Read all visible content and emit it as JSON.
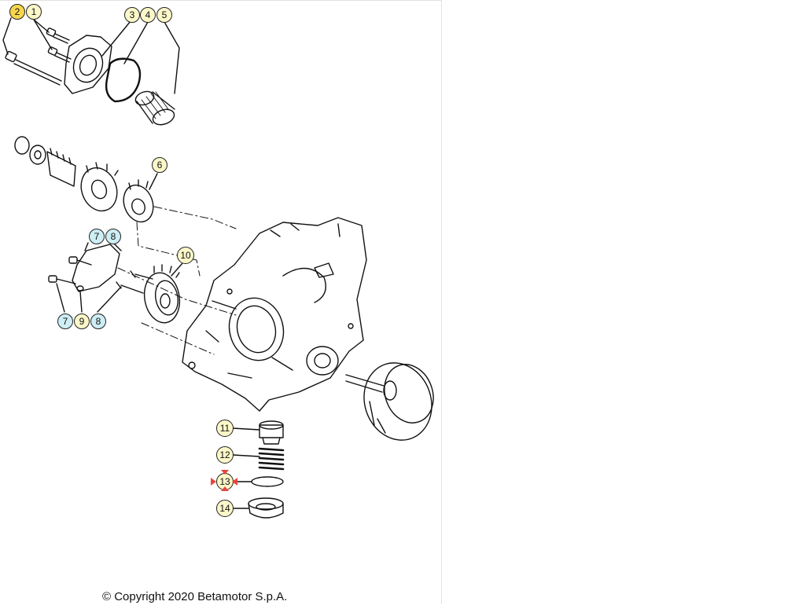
{
  "diagram": {
    "copyright": "© Copyright 2020 Betamotor S.p.A.",
    "callouts": [
      {
        "id": "c2",
        "label": "2",
        "style": "selected"
      },
      {
        "id": "c1",
        "label": "1",
        "style": "yellow"
      },
      {
        "id": "c3",
        "label": "3",
        "style": "yellow"
      },
      {
        "id": "c4",
        "label": "4",
        "style": "yellow"
      },
      {
        "id": "c5",
        "label": "5",
        "style": "yellow"
      },
      {
        "id": "c6",
        "label": "6",
        "style": "yellow"
      },
      {
        "id": "c7a",
        "label": "7",
        "style": "blue"
      },
      {
        "id": "c8a",
        "label": "8",
        "style": "blue"
      },
      {
        "id": "c10",
        "label": "10",
        "style": "yellow"
      },
      {
        "id": "c7b",
        "label": "7",
        "style": "blue"
      },
      {
        "id": "c9",
        "label": "9",
        "style": "yellow"
      },
      {
        "id": "c8b",
        "label": "8",
        "style": "blue"
      },
      {
        "id": "c11",
        "label": "11",
        "style": "yellow"
      },
      {
        "id": "c12",
        "label": "12",
        "style": "yellow"
      },
      {
        "id": "c13",
        "label": "13",
        "style": "yellow"
      },
      {
        "id": "c14",
        "label": "14",
        "style": "yellow"
      }
    ],
    "colors": {
      "callout_yellow": "#fbf7c9",
      "callout_blue": "#cdeef4",
      "callout_selected": "#f8d64c",
      "selection_arrow": "#e8453c",
      "line": "#111111"
    }
  }
}
